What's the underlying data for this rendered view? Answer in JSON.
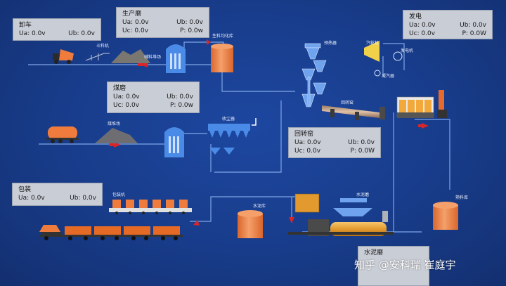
{
  "panels": {
    "unload": {
      "title": "卸车",
      "rows": [
        [
          "Ua: 0.0v",
          "Ub: 0.0v"
        ]
      ]
    },
    "raw_mill": {
      "title": "生产磨",
      "rows": [
        [
          "Ua: 0.0v",
          "Ub: 0.0v"
        ],
        [
          "Uc: 0.0v",
          "P: 0.0w"
        ]
      ]
    },
    "power": {
      "title": "发电",
      "rows": [
        [
          "Ua: 0.0v",
          "Ub: 0.0v"
        ],
        [
          "Uc: 0.0v",
          "P: 0.0W"
        ]
      ]
    },
    "coal_mill": {
      "title": "煤磨",
      "rows": [
        [
          "Ua: 0.0v",
          "Ub: 0.0v"
        ],
        [
          "Uc: 0.0v",
          "P: 0.0w"
        ]
      ]
    },
    "kiln": {
      "title": "回转窑",
      "rows": [
        [
          "Ua: 0.0v",
          "Ub: 0.0v"
        ],
        [
          "Uc: 0.0v",
          "P: 0.0W"
        ]
      ]
    },
    "packing": {
      "title": "包装",
      "rows": [
        [
          "Ua: 0.0v",
          "Ub: 0.0v"
        ]
      ]
    },
    "cement_mill": {
      "title": "水泥磨"
    }
  },
  "labels": {
    "stacker": "斗料机",
    "aux_yard": "辅料堆场",
    "homogenizer": "生料均化库",
    "preheater": "预热器",
    "turbine": "汽轮机",
    "generator": "发电机",
    "condenser": "凝汽器",
    "rotary_kiln": "回转窑",
    "coal_yard": "煤堆场",
    "dust_collector": "收尘器",
    "packer": "包装机",
    "cement_silo": "水泥库",
    "cement_mill": "水泥磨",
    "clinker_silo": "熟料库"
  },
  "watermark": "知乎 @安科瑞 崔庭宇",
  "colors": {
    "background": "#1b3f8f",
    "pipe": "#7fa6e6",
    "equipment": "#4a8be8",
    "silo": "#ef7c3c",
    "arrow": "#d9262b",
    "panel": "#c9cdd6"
  }
}
